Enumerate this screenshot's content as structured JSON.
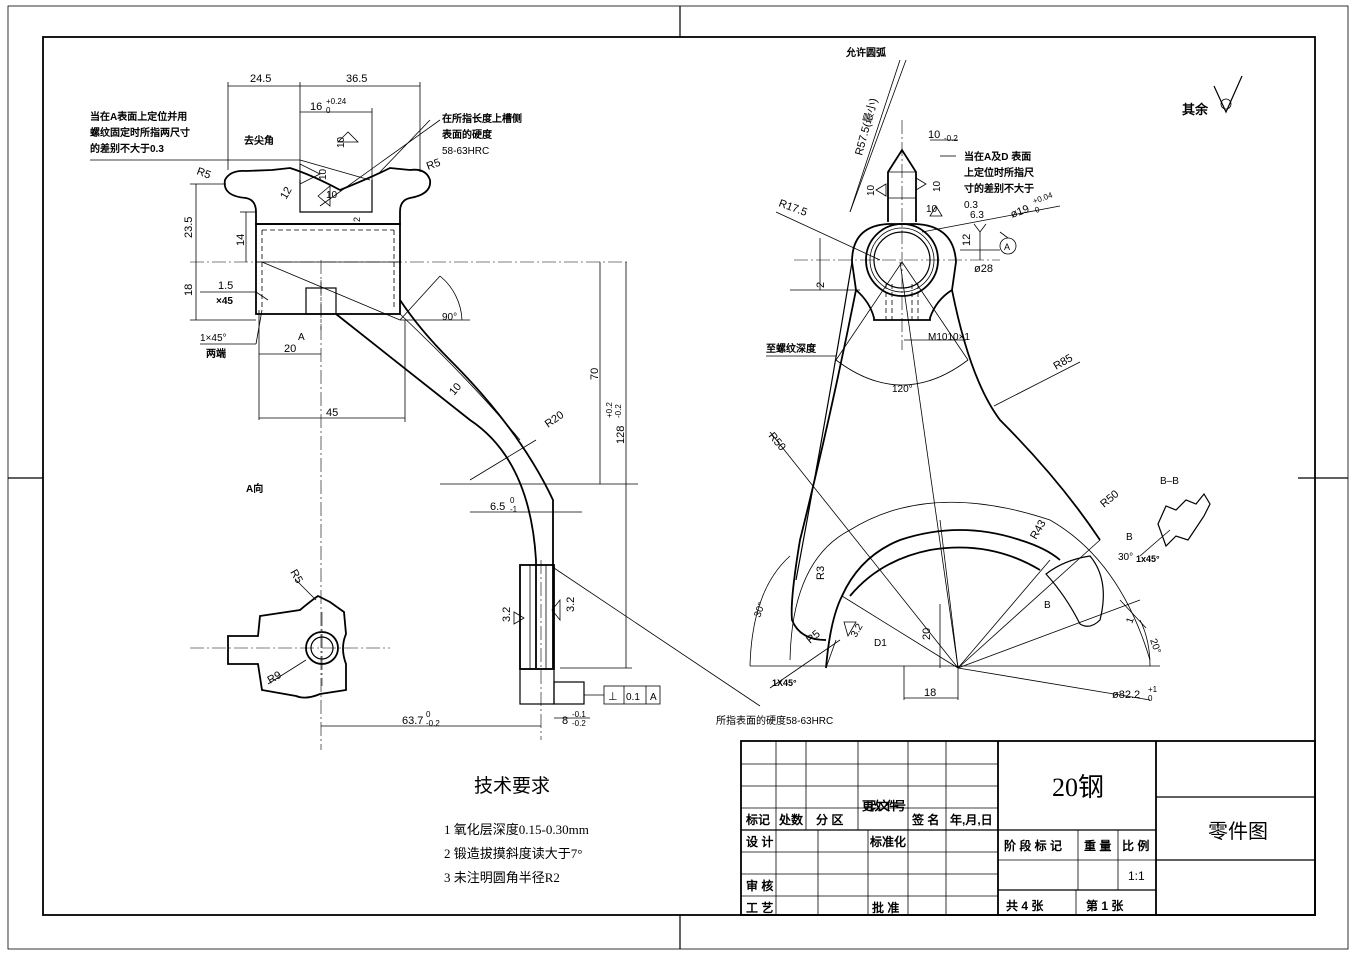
{
  "annotations": {
    "dim_24_5": "24.5",
    "dim_36_5": "36.5",
    "dim_16": "16",
    "dim_16_tol": "+0.24",
    "dim_16_tol_low": "0",
    "note_A_locating": [
      "当在A表面上定位并用",
      "螺纹固定时所指两尺寸",
      "的差别不大于0.3"
    ],
    "note_hardness_slot": [
      "在所指长度上槽侧",
      "表面的硬度",
      "58-63HRC"
    ],
    "deburr": "去尖角",
    "r5_left": "R5",
    "r5_right": "R5",
    "dim_23_5": "23.5",
    "dim_14": "14",
    "dim_18": "18",
    "dim_1_5": "1.5",
    "dim_x45": "×45",
    "chamfer_1x45": "1×45°",
    "both_ends": "两端",
    "label_A": "A",
    "dim_20": "20",
    "dim_45": "45",
    "angle_90": "90°",
    "dim_10": "10",
    "r20": "R20",
    "dim_70": "70",
    "dim_128": "128",
    "dim_128_tol_hi": "+0.2",
    "dim_128_tol_lo": "-0.2",
    "dim_6_5": "6.5",
    "dim_6_5_tol_hi": "0",
    "dim_6_5_tol_lo": "-1",
    "dim_3_2a": "3.2",
    "dim_3_2b": "3.2",
    "dim_63_7": "63.7",
    "dim_63_7_tol_hi": "0",
    "dim_63_7_tol_lo": "-0.2",
    "dim_8": "8",
    "dim_8_tol_hi": "-0.1",
    "dim_8_tol_lo": "-0.2",
    "frame_perp": "⊥",
    "frame_val": "0.1",
    "frame_datum": "A",
    "view_A": "A向",
    "r5_view": "R5",
    "r9_view": "R9",
    "smooth_12": "12",
    "note_arc": "允许圆弧",
    "r57_5": "R57.5(最小)",
    "dim_10b": "10",
    "dim_10b_tol": "-0.2",
    "note_AD": [
      "当在A及D 表面",
      "上定位时所指尺",
      "寸的差别不大于",
      "0.3"
    ],
    "rough_6_3": "6.3",
    "dim_19": "ø19",
    "dim_19_tol_hi": "+0.04",
    "dim_19_tol_lo": "0",
    "datum_A": "A",
    "r17_5": "R17.5",
    "dim_12": "12",
    "dia_28": "ø28",
    "dim_2": "2",
    "thread_depth": "至螺纹深度",
    "thread": "M1010×1",
    "angle_120": "120°",
    "r85": "R85",
    "r50a": "R50",
    "r50b": "R50",
    "section_BB": "B–B",
    "r43": "R43",
    "label_B1": "B",
    "label_B2": "B",
    "angle_30b": "30°",
    "chamfer_1x45b": "1x45°",
    "r3": "R3",
    "angle_30": "30°",
    "r5b": "R5",
    "rough_3_2": "3.2",
    "d1": "D1",
    "dim_20b": "20",
    "dim_1": "1",
    "angle_20": "20°",
    "chamfer_1X45": "1X45°",
    "dim_18b": "18",
    "dia_82_2": "ø82.2",
    "dia_82_2_tol_hi": "+1",
    "dia_82_2_tol_lo": "0",
    "note_hardness_surface": "所指表面的硬度58-63HRC",
    "rest_roughness": "其余"
  },
  "tech": {
    "title": "技术要求",
    "items": [
      "1 氧化层深度0.15-0.30mm",
      "2 锻造拔摸斜度读大于7°",
      "3 未注明圆角半径R2"
    ]
  },
  "titleblock": {
    "material": "20钢",
    "drawing_name": "零件图",
    "rev_headers": [
      "标记",
      "处数",
      "分 区",
      "更改文件号",
      "签 名",
      "年,月,日"
    ],
    "row_design": "设 计",
    "row_standard": "标准化",
    "row_check": "审 核",
    "row_process": "工 艺",
    "row_approve": "批 准",
    "stage_headers": [
      "阶 段 标 记",
      "重 量",
      "比 例"
    ],
    "scale": "1:1",
    "sheets_total": "共  4  张",
    "sheet_no": "第  1  张"
  }
}
